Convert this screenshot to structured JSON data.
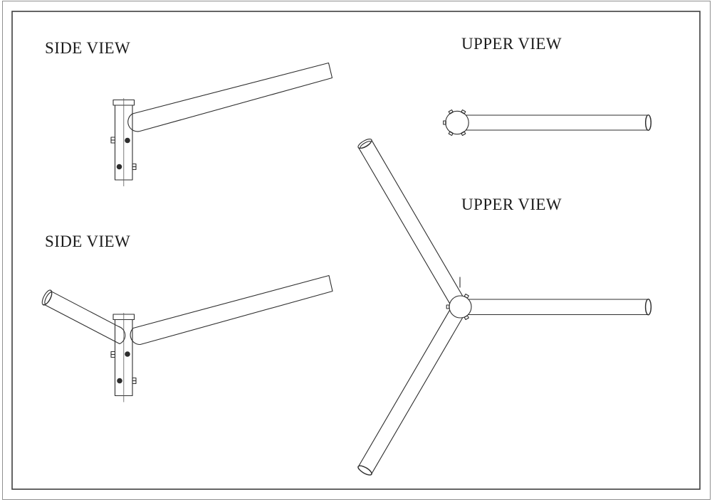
{
  "page": {
    "background": "#ffffff",
    "line_color": "#2e2e2e",
    "outer_border_color": "#909090",
    "inner_border_color": "#3f3f3f"
  },
  "views": [
    {
      "id": "side-view-single-arm",
      "label": "SIDE VIEW"
    },
    {
      "id": "upper-view-single-arm",
      "label": "UPPER VIEW"
    },
    {
      "id": "side-view-two-arm",
      "label": "SIDE VIEW"
    },
    {
      "id": "upper-view-three-arm",
      "label": "UPPER VIEW"
    }
  ]
}
